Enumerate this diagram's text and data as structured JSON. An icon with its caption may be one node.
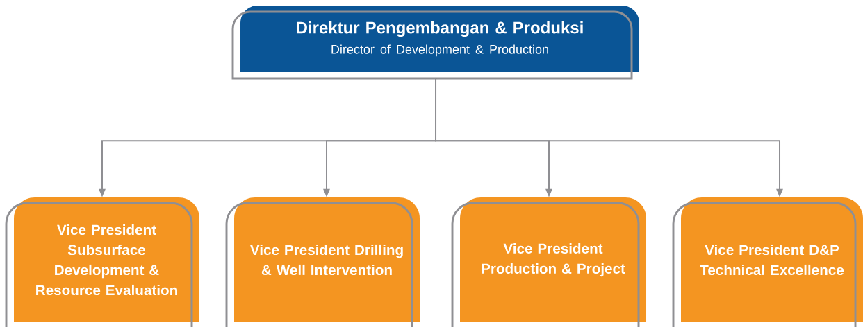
{
  "diagram": {
    "nodes": [
      {
        "text": [
          "Direktur Pengembangan & Produksi",
          "Director of Development & Production"
        ]
      },
      {
        "text": [
          "Vice President Subsurface Development & Resource Evaluation"
        ]
      },
      {
        "text": [
          "Vice President Drilling & Well Intervention"
        ]
      },
      {
        "text": [
          "Vice President Production & Project"
        ]
      },
      {
        "text": [
          "Vice President D&P Technical Excellence"
        ]
      }
    ],
    "edges": [
      {
        "from": 0,
        "to": 1,
        "arrow": "to"
      },
      {
        "from": 0,
        "to": 2,
        "arrow": "to"
      },
      {
        "from": 0,
        "to": 3,
        "arrow": "to"
      },
      {
        "from": 0,
        "to": 4,
        "arrow": "to"
      }
    ]
  }
}
